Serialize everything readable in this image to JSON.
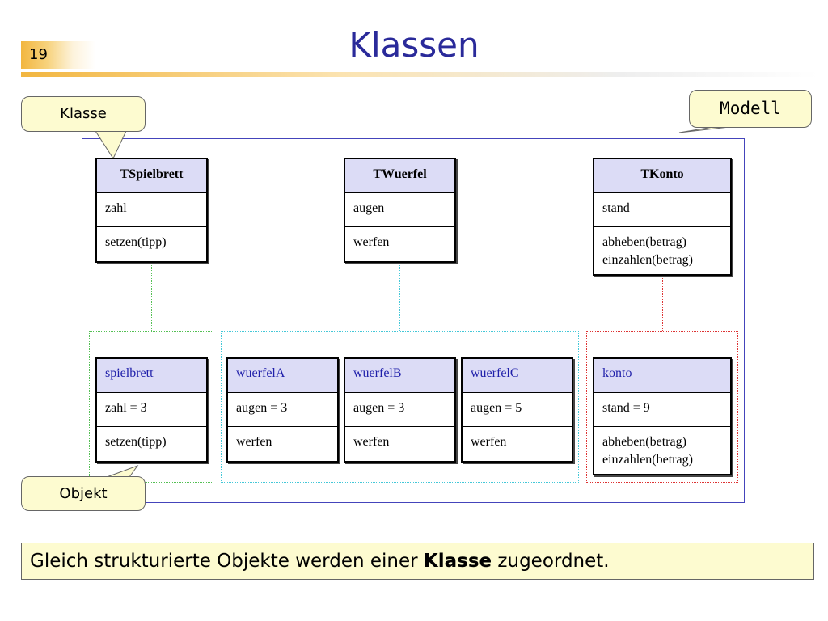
{
  "header": {
    "slide_number": "19",
    "title": "Klassen"
  },
  "callouts": {
    "klasse": "Klasse",
    "modell": "Modell",
    "objekt": "Objekt"
  },
  "classes": [
    {
      "name": "TSpielbrett",
      "attribute": "zahl",
      "operations": [
        "setzen(tipp)"
      ]
    },
    {
      "name": "TWuerfel",
      "attribute": "augen",
      "operations": [
        "werfen"
      ]
    },
    {
      "name": "TKonto",
      "attribute": "stand",
      "operations": [
        "abheben(betrag)",
        "einzahlen(betrag)"
      ]
    }
  ],
  "objects": [
    {
      "name": "spielbrett",
      "attribute": "zahl = 3",
      "operations": [
        "setzen(tipp)"
      ]
    },
    {
      "name": "wuerfelA",
      "attribute": "augen = 3",
      "operations": [
        "werfen"
      ]
    },
    {
      "name": "wuerfelB",
      "attribute": "augen = 3",
      "operations": [
        "werfen"
      ]
    },
    {
      "name": "wuerfelC",
      "attribute": "augen = 5",
      "operations": [
        "werfen"
      ]
    },
    {
      "name": "konto",
      "attribute": "stand = 9",
      "operations": [
        "abheben(betrag)",
        "einzahlen(betrag)"
      ]
    }
  ],
  "statement": {
    "before": "Gleich strukturierte Objekte werden einer ",
    "bold": "Klasse",
    "after": " zugeordnet."
  },
  "colors": {
    "title": "#2a2a9a",
    "callout_fill": "#fdfbd0",
    "class_header": "#dcdcf6",
    "link_spielbrett": "#55c055",
    "link_wuerfel": "#44c8d8",
    "link_konto": "#dd3333"
  }
}
